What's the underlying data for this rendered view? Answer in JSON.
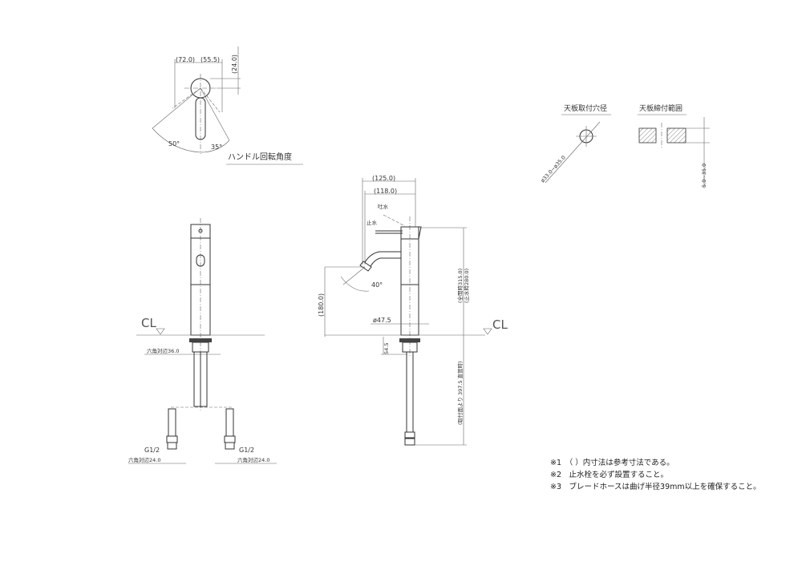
{
  "top_view": {
    "dim_left": "(72.0)",
    "dim_right": "(55.5)",
    "dim_vertical": "(24.0)",
    "angle_left": "50°",
    "angle_right": "35°",
    "caption": "ハンドル回転角度"
  },
  "front_view": {
    "cl_label": "CL",
    "hex_nut": "六角対辺36.0",
    "thread_left": "G1/2",
    "thread_right": "G1/2",
    "hex_left": "六角対辺24.0",
    "hex_right": "六角対辺24.0"
  },
  "side_view": {
    "dim_125": "(125.0)",
    "dim_118": "(118.0)",
    "label_spout_on": "吐水",
    "label_spout_off": "止水",
    "dim_180": "(180.0)",
    "angle_40": "40°",
    "diameter": "ø47.5",
    "cl_label": "CL",
    "dim_open": "(全開時315.0)",
    "dim_closed": "(止水時280.0)",
    "dim_54": "54.5",
    "dim_hose": "(取付面より 397.5 直管時)"
  },
  "counter_hole": {
    "title": "天板取付穴径",
    "diameter": "ø33.0~ø35.0"
  },
  "counter_thickness": {
    "title": "天板締付範囲",
    "range": "5.0~35.0"
  },
  "notes": [
    "※1　（ ）内寸法は参考寸法である。",
    "※2　止水栓を必ず設置すること。",
    "※3　ブレードホースは曲げ半径39mm以上を確保すること。"
  ]
}
